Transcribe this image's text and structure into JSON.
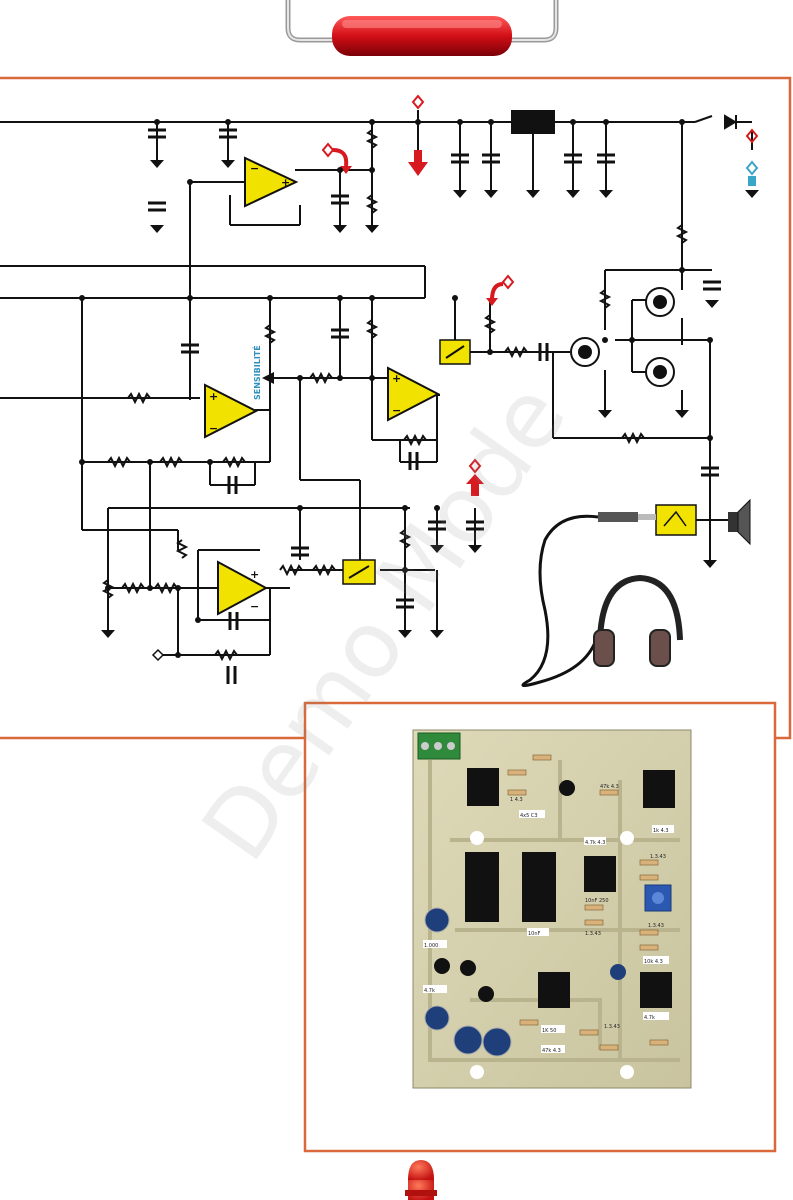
{
  "schematic": {
    "sensitivity_label": "SENSIBILITÉ",
    "op_amp_plus": "+",
    "op_amp_minus": "−"
  },
  "watermark": {
    "text": "Demo Mode"
  },
  "pcb": {
    "labels": [
      "4x5 C3",
      "10nF",
      "1.000",
      "4.7k",
      "1K 50",
      "47k 4.3",
      "10k 4.3",
      "4.7k",
      "1k 4.3",
      "4.7k 4.3",
      "47k 4.3",
      "1 4.3",
      "10nF 250",
      "1.3.43",
      "1.3.43",
      "1.3.43",
      "1.3.43"
    ]
  },
  "colors": {
    "frame_border": "#d9693a",
    "wire": "#111111",
    "op_amp_fill": "#f2e200",
    "accent_red": "#d71920",
    "accent_blue": "#39a6c8",
    "pcb_board": "#d8d3b0"
  }
}
